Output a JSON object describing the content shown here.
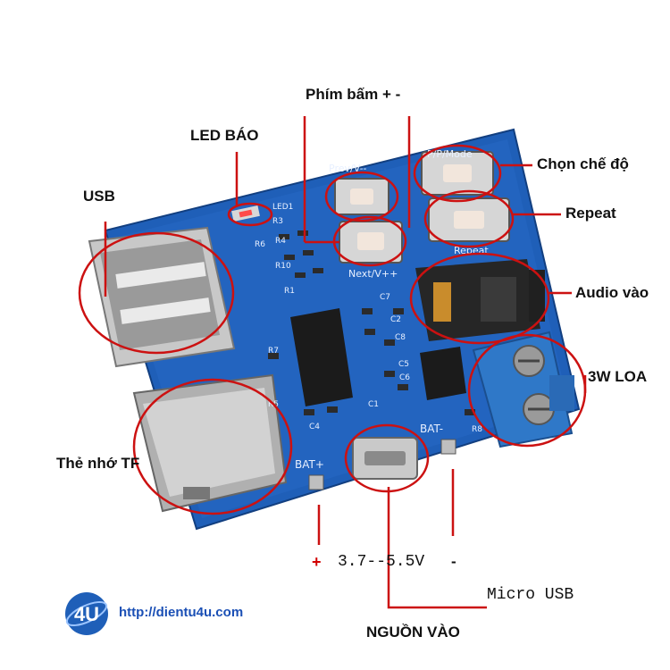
{
  "labels": {
    "buttons": "Phím bấm + -",
    "led": "LED BÁO",
    "usb": "USB",
    "mode": "Chọn chế độ",
    "repeat": "Repeat",
    "audio": "Audio vào",
    "speaker": "3W LOA",
    "tf_card": "Thẻ nhớ TF",
    "voltage_plus": "+",
    "voltage_range": "3.7--5.5V",
    "voltage_minus": "-",
    "micro_usb": "Micro USB",
    "power_in": "NGUỒN VÀO"
  },
  "watermark": {
    "url": "http://dientu4u.com",
    "logo_text": "4U"
  },
  "silkscreen": {
    "led1": "LED1",
    "r3": "R3",
    "r6": "R6",
    "r4": "R4",
    "r10": "R10",
    "r1": "R1",
    "r7": "R7",
    "r5": "R5",
    "r8": "R8",
    "c1": "C1",
    "c2": "C2",
    "c4": "C4",
    "c5": "C5",
    "c6": "C6",
    "c7": "C7",
    "c8": "C8",
    "prev": "Prev/V--",
    "pp_mode": "P/P/Mode",
    "next": "Next/V++",
    "repeat_silk": "Repeat",
    "bat_plus": "BAT+",
    "bat_minus": "BAT-"
  },
  "colors": {
    "pcb": "#1f5fb8",
    "annotation_line": "#cc1111",
    "speaker_terminal": "#2f78c8",
    "url": "#1a4fb5"
  }
}
